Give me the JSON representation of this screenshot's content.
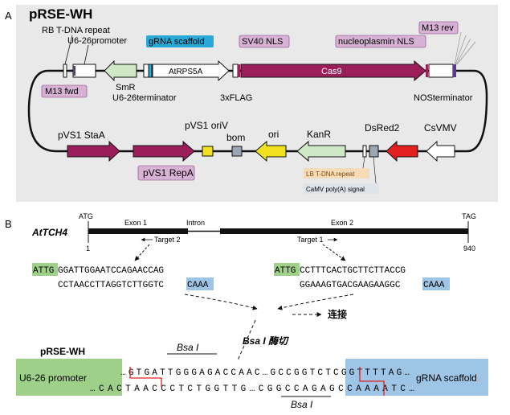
{
  "panelA": {
    "letter": "A",
    "title": "pRSE-WH",
    "background": "#e9e9e9",
    "labels": {
      "rb": "RB T-DNA repeat",
      "u6prom": "U6-26promoter",
      "grna": "gRNA scaffold",
      "sv40": "SV40 NLS",
      "m13rev": "M13 rev",
      "nucleo": "nucleoplasmin NLS",
      "m13fwd": "M13 fwd",
      "smr": "SmR",
      "atrps": "AtRPS5A",
      "cas9": "Cas9",
      "u6term": "U6-26terminator",
      "flag": "3xFLAG",
      "nos": "NOSterminator",
      "pvs1sta": "pVS1 StaA",
      "pvs1oriv": "pVS1 oriV",
      "bom": "bom",
      "ori": "ori",
      "kanr": "KanR",
      "dsred": "DsRed2",
      "csvmv": "CsVMV",
      "pvs1repa": "pVS1 RepA",
      "lb": "LB T-DNA repeat",
      "camv": "CaMV poly(A) signal"
    }
  },
  "panelB": {
    "letter": "B",
    "gene": "AtTCH4",
    "atg": "ATG",
    "tag": "TAG",
    "exon1": "Exon 1",
    "intron": "Intron",
    "exon2": "Exon 2",
    "start_pos": "1",
    "end_pos": "940",
    "target2": "Target 2",
    "target1": "Target 1",
    "seq1_top_overhang": "ATTG",
    "seq1_top": "GGATTGGAATCCAGAACCAG",
    "seq1_bottom": "CCTAACCTTAGGTCTTGGTC",
    "seq1_bottom_overhang": "CAAA",
    "seq2_top_overhang": "ATTG",
    "seq2_top": "CCTTTCACTGCTTCTTACCG",
    "seq2_bottom": "GGAAAGTGACGAAGAAGGC",
    "seq2_bottom_overhang": "CAAA",
    "ligation": "连接",
    "vector": "pRSE-WH",
    "bsai": "Bsa I",
    "bsai_digest": "Bsa I 酶切",
    "u6_box": "U6-26 promoter",
    "grna_box": "gRNA scaffold",
    "vec_top_left": "…GTGATTGGGAGACCAAC…GCCGGTCTCGGTTTTAG…",
    "vec_bottom_left": "…CACTAACCCTCTGGTTG…CGGCCAGAGCCAAAATC…",
    "green": "#9fd08a",
    "blue": "#9ec4e6"
  }
}
